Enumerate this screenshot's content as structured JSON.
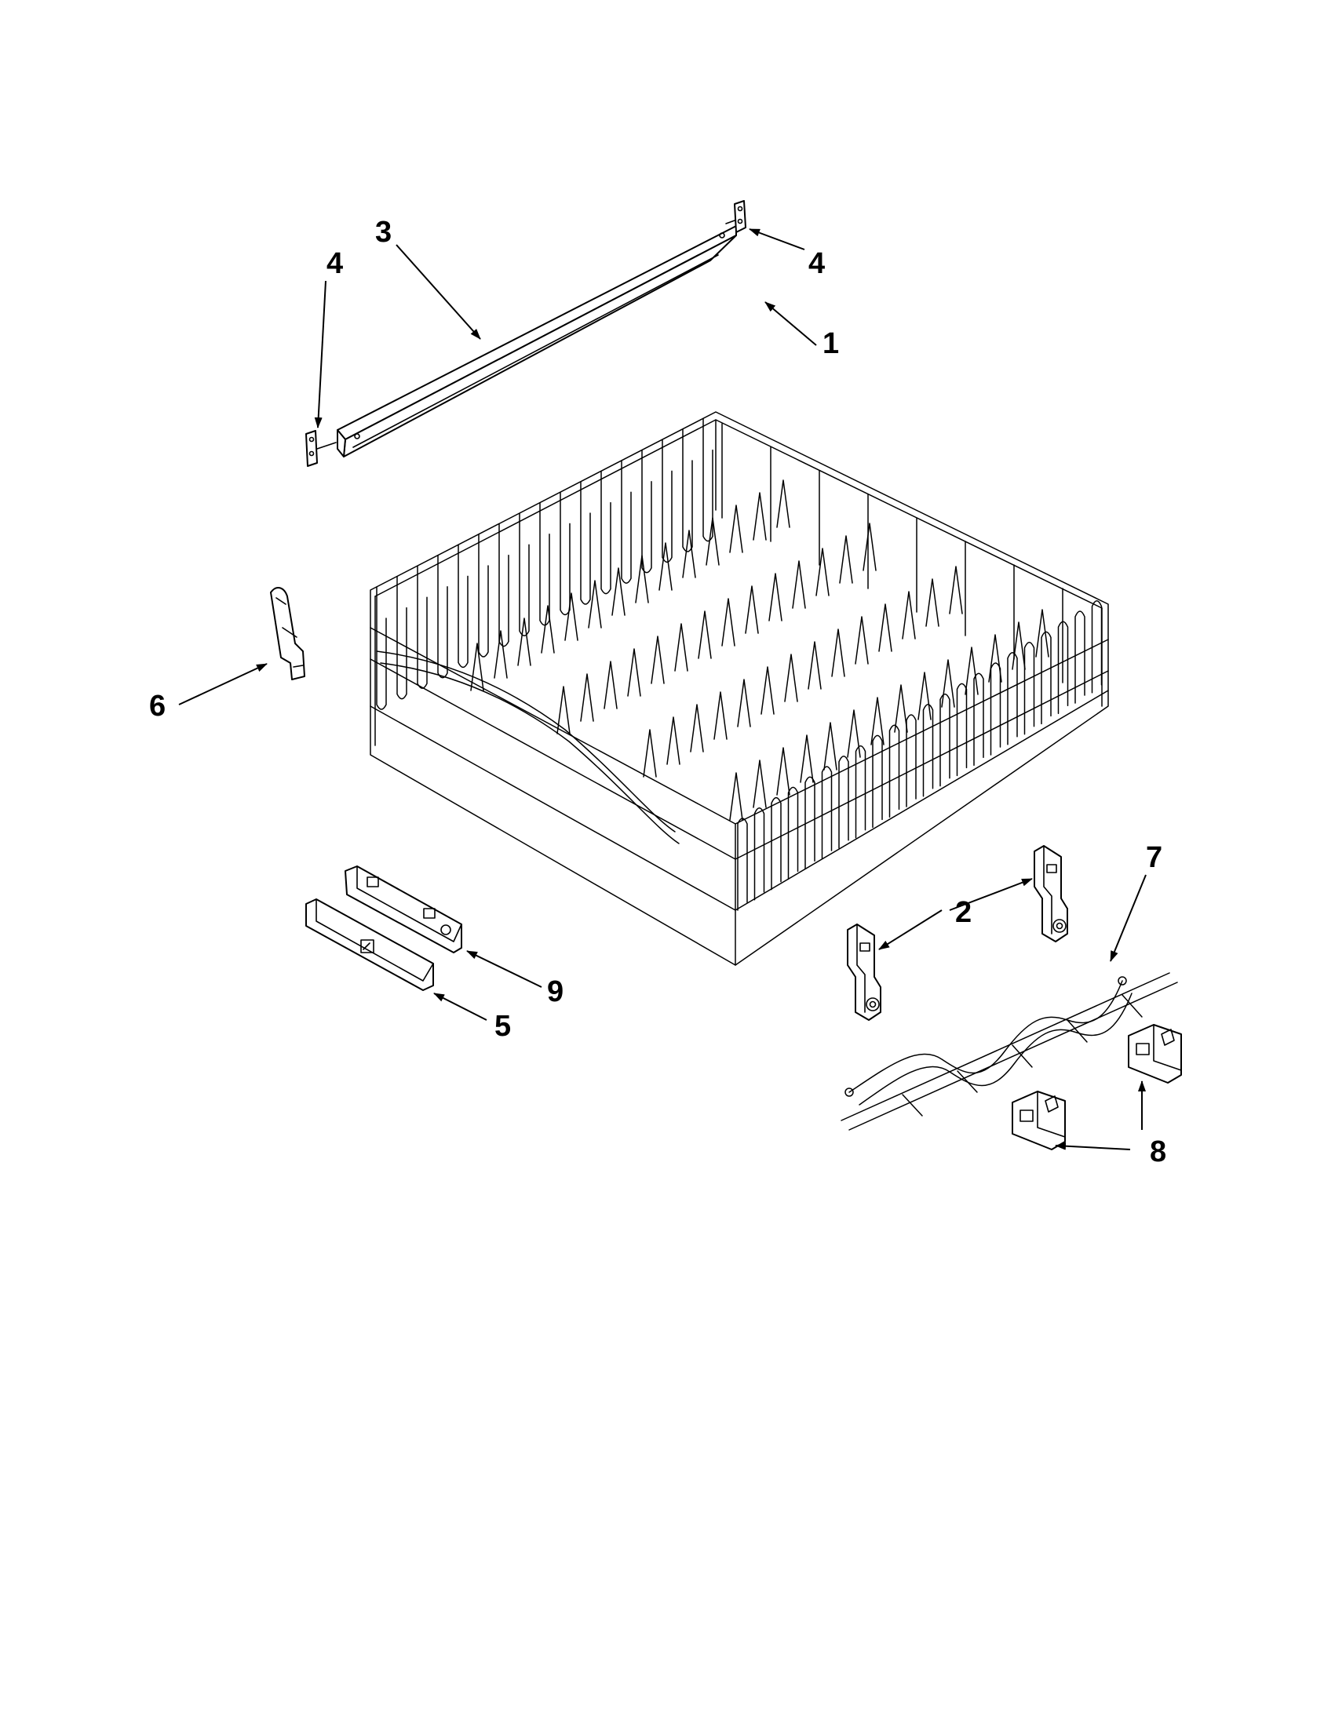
{
  "diagram": {
    "callouts": [
      {
        "id": "c1",
        "text": "1"
      },
      {
        "id": "c2",
        "text": "2"
      },
      {
        "id": "c3",
        "text": "3"
      },
      {
        "id": "c4a",
        "text": "4"
      },
      {
        "id": "c4b",
        "text": "4"
      },
      {
        "id": "c5",
        "text": "5"
      },
      {
        "id": "c6",
        "text": "6"
      },
      {
        "id": "c7",
        "text": "7"
      },
      {
        "id": "c8",
        "text": "8"
      },
      {
        "id": "c9",
        "text": "9"
      }
    ]
  }
}
